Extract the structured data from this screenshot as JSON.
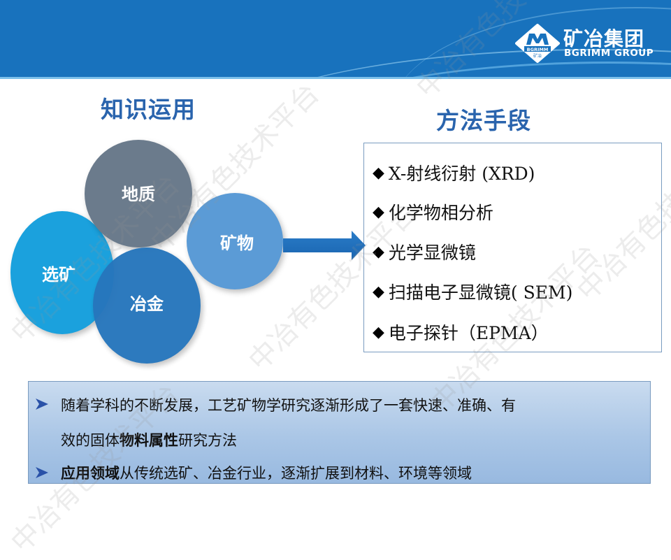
{
  "header": {
    "logo": {
      "emblem_letter": "M",
      "emblem_text": "BGRIMM",
      "emblem_subtext": "矿冶",
      "name_cn": "矿冶集团",
      "name_en": "BGRIMM GROUP"
    },
    "colors": {
      "band": "#1872bd",
      "accent_line": "#7cc0ea"
    }
  },
  "watermark": {
    "text": "中冶有色技术平台"
  },
  "knowledge": {
    "title": "知识运用",
    "circles": [
      {
        "label": "地质",
        "color": "#6b7b8c"
      },
      {
        "label": "矿物",
        "color": "#5b9bd6"
      },
      {
        "label": "选矿",
        "color": "#1ba1dd"
      },
      {
        "label": "冶金",
        "color": "#2776bc"
      }
    ]
  },
  "methods": {
    "title": "方法手段",
    "bullet": "◆",
    "items": [
      "X-射线衍射 (XRD)",
      "化学物相分析",
      "光学显微镜",
      "扫描电子显微镜( SEM)",
      "电子探针（EPMA）"
    ]
  },
  "summary": {
    "bullet": "➢",
    "line1": "随着学科的不断发展，工艺矿物学研究逐渐形成了一套快速、准确、有",
    "line2_pre": "效的固体",
    "line2_bold": "物料属性",
    "line2_post": "研究方法",
    "line3_bold": "应用领域",
    "line3_post": "从传统选矿、冶金行业，逐渐扩展到材料、环境等领域"
  }
}
